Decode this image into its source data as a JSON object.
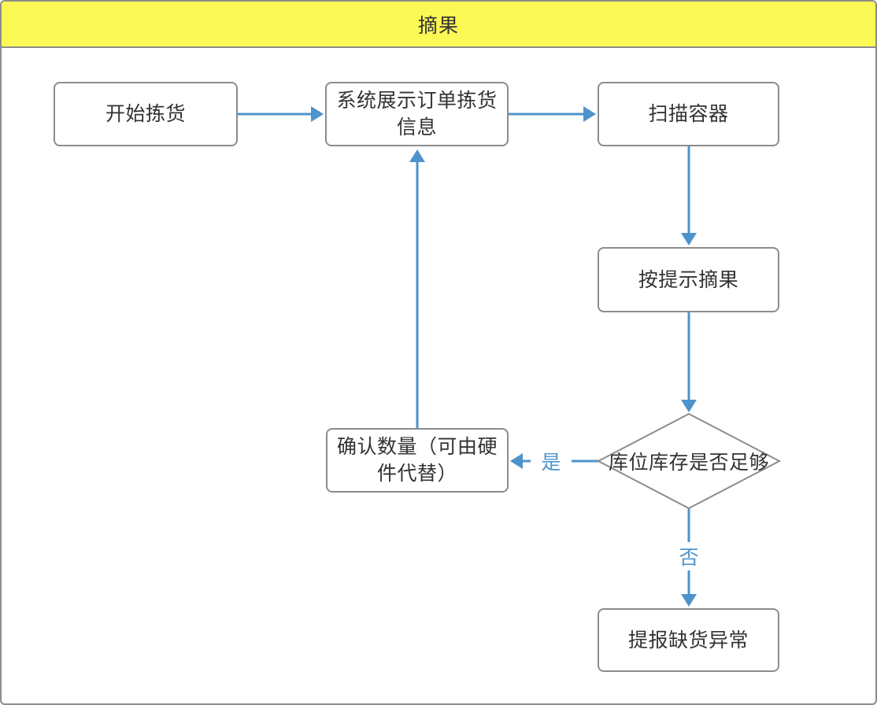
{
  "header": {
    "title": "摘果"
  },
  "colors": {
    "header_bg": "#FBF955",
    "node_border": "#8C8C8C",
    "node_text": "#333333",
    "arrow_blue": "#4D93CC"
  },
  "nodes": {
    "start": {
      "label": "开始拣货",
      "type": "process"
    },
    "show_info": {
      "label": "系统展示订单拣货信息",
      "type": "process"
    },
    "scan_container": {
      "label": "扫描容器",
      "type": "process"
    },
    "pick_by_prompt": {
      "label": "按提示摘果",
      "type": "process"
    },
    "stock_decision": {
      "label": "库位库存是否足够",
      "type": "decision"
    },
    "confirm_qty": {
      "label": "确认数量（可由硬件代替）",
      "type": "process"
    },
    "report_shortage": {
      "label": "提报缺货异常",
      "type": "process"
    }
  },
  "edges": {
    "yes_label": "是",
    "no_label": "否",
    "connections": [
      {
        "from": "start",
        "to": "show_info"
      },
      {
        "from": "show_info",
        "to": "scan_container"
      },
      {
        "from": "scan_container",
        "to": "pick_by_prompt"
      },
      {
        "from": "pick_by_prompt",
        "to": "stock_decision"
      },
      {
        "from": "stock_decision",
        "to": "confirm_qty",
        "label": "是"
      },
      {
        "from": "stock_decision",
        "to": "report_shortage",
        "label": "否"
      },
      {
        "from": "confirm_qty",
        "to": "show_info"
      }
    ]
  }
}
